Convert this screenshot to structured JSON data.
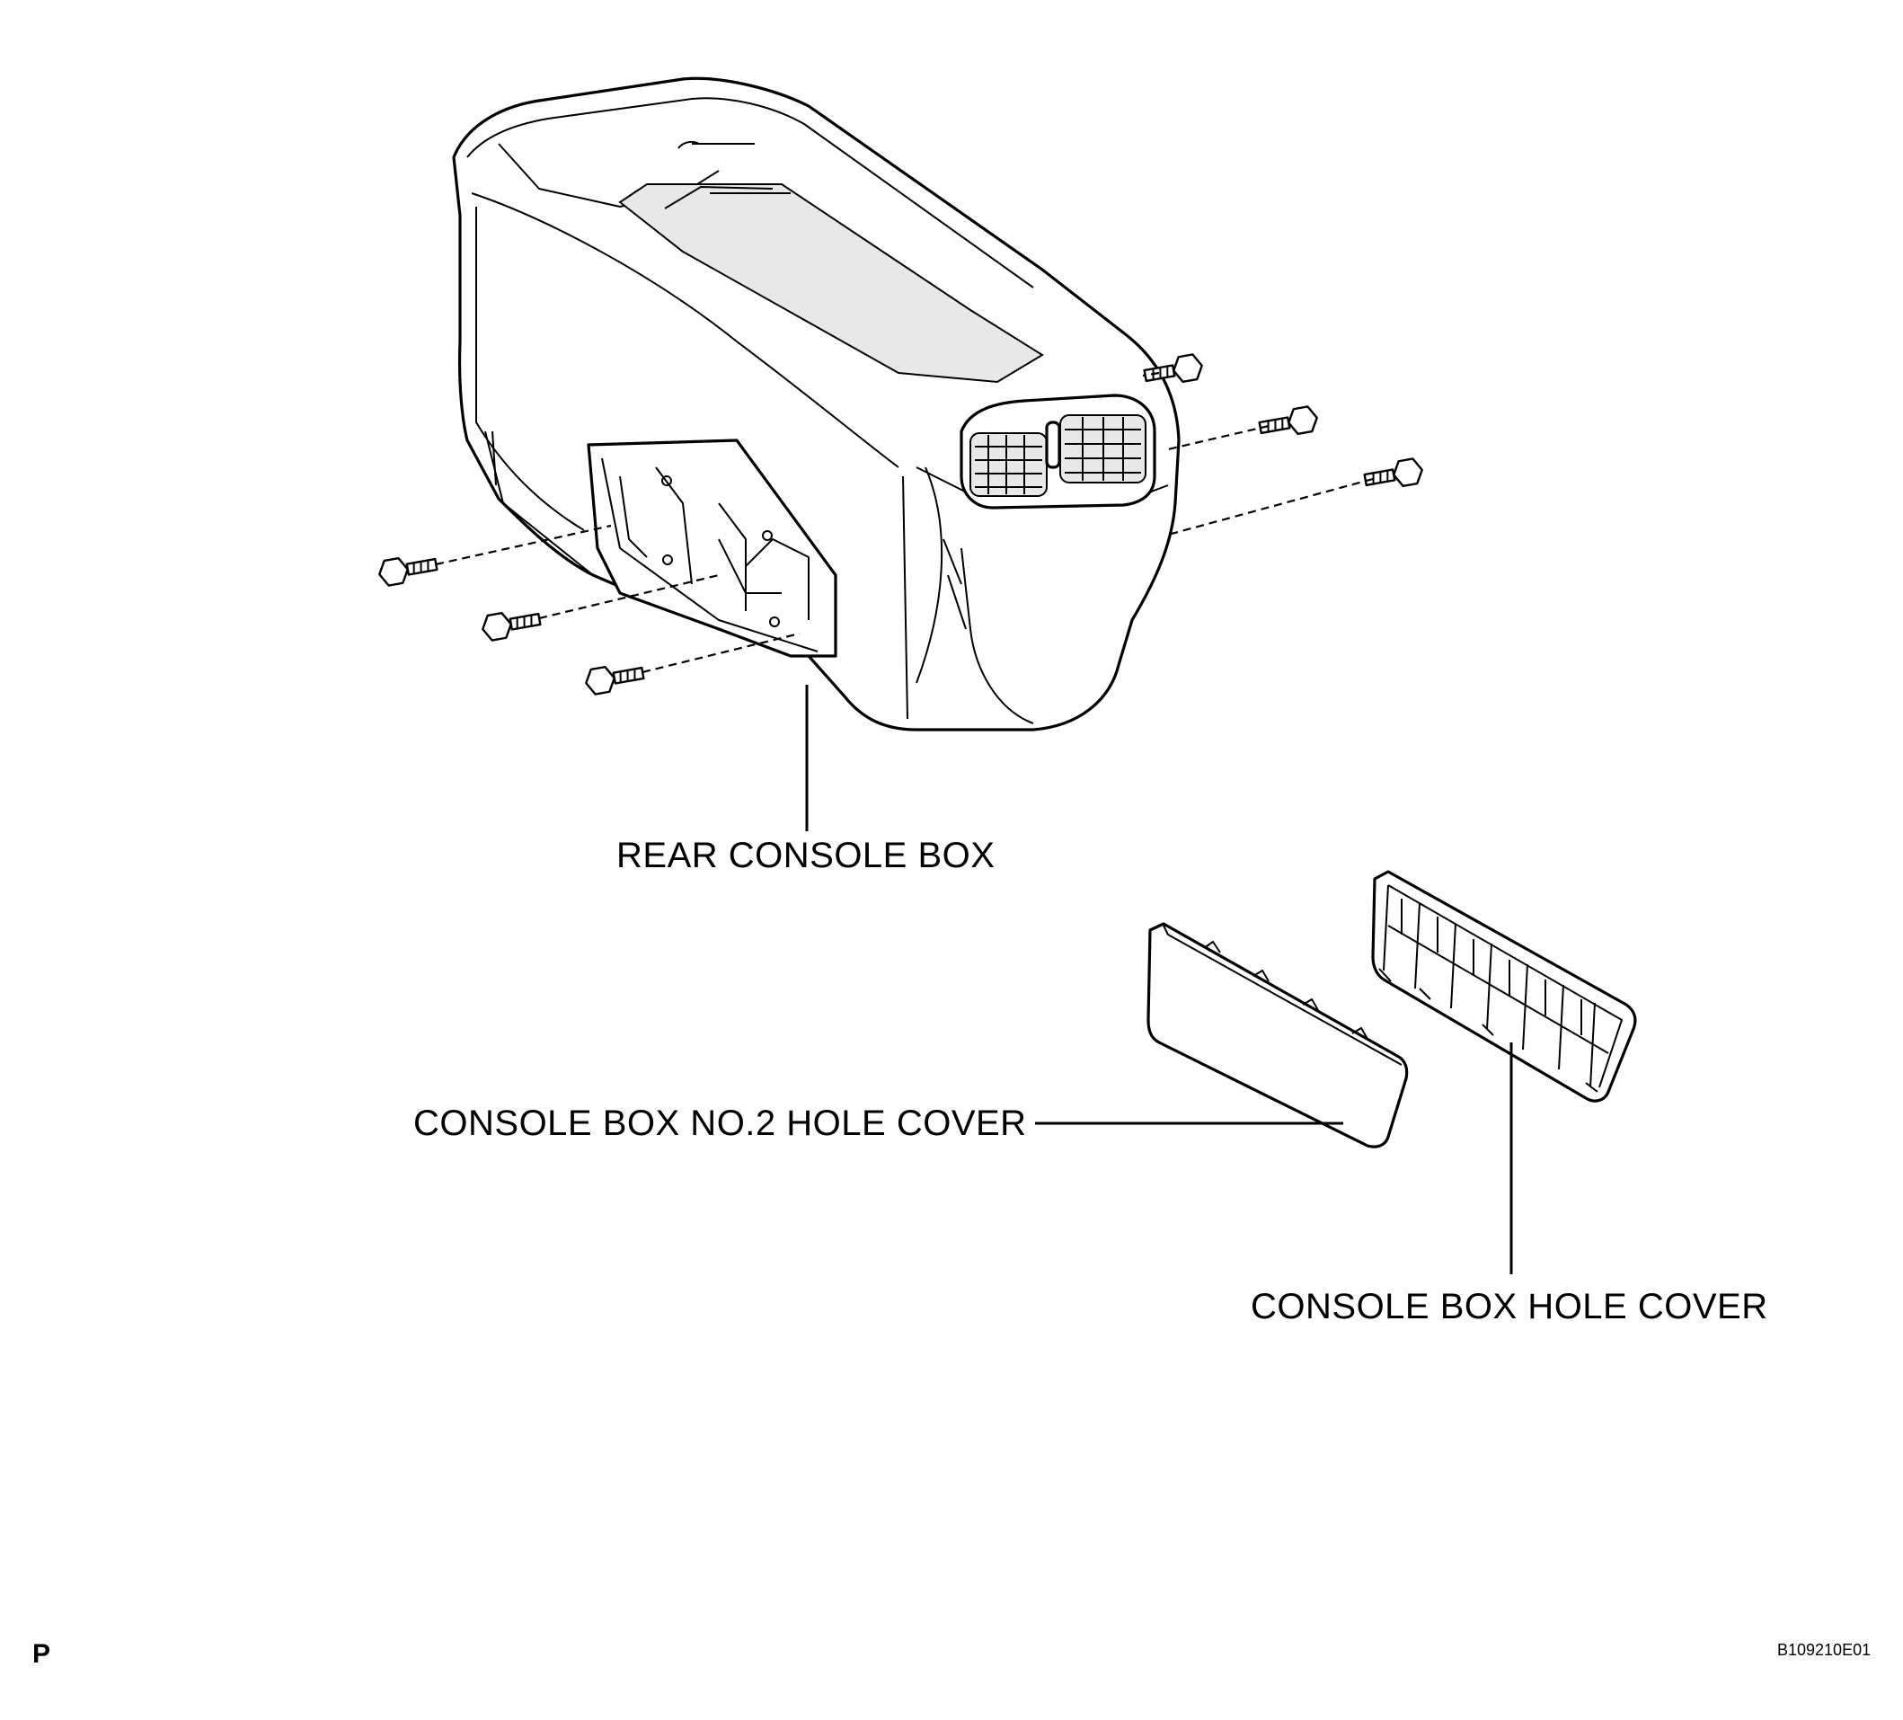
{
  "diagram": {
    "labels": {
      "rear_console_box": "REAR CONSOLE BOX",
      "console_box_no2_hole_cover": "CONSOLE BOX NO.2 HOLE COVER",
      "console_box_hole_cover": "CONSOLE BOX HOLE COVER"
    },
    "corner_mark": "P",
    "figure_code": "B109210E01"
  }
}
